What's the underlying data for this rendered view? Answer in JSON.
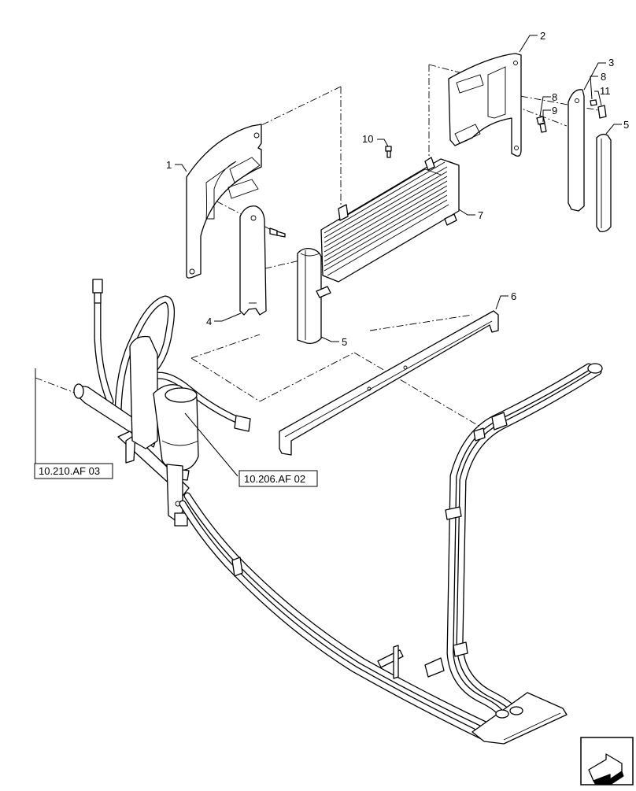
{
  "callouts": {
    "c1": "1",
    "c2": "2",
    "c3": "3",
    "c4": "4",
    "c5a": "5",
    "c5b": "5",
    "c6": "6",
    "c7": "7",
    "c8a": "8",
    "c8b": "8",
    "c9": "9",
    "c10": "10",
    "c11": "11"
  },
  "references": {
    "ref_left": "10.210.AF 03",
    "ref_mid": "10.206.AF 02"
  },
  "icons": {
    "nav": "next-page-arrow-icon"
  }
}
